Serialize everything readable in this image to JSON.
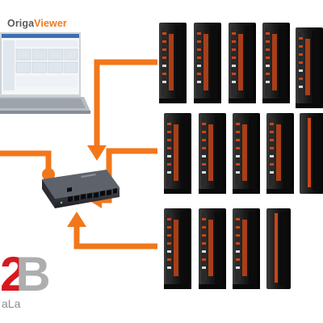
{
  "brand": {
    "part1": "Origa",
    "part2": "Viewer"
  },
  "logo": {
    "mark_first": "2",
    "mark_second": "B",
    "sub": "aLa"
  },
  "colors": {
    "accent": "#f07a1c",
    "cable": "#f2771a",
    "device_body": "#1c1c1c",
    "device_stripe": "#c8461b",
    "switch_body": "#2d3036",
    "brand_text": "#5a5a5a",
    "logo_red": "#d71920",
    "logo_grey": "#aeaeae"
  },
  "icons": [
    "laptop-icon",
    "network-switch-icon",
    "dinrail-device-icon",
    "arrow-icon"
  ]
}
